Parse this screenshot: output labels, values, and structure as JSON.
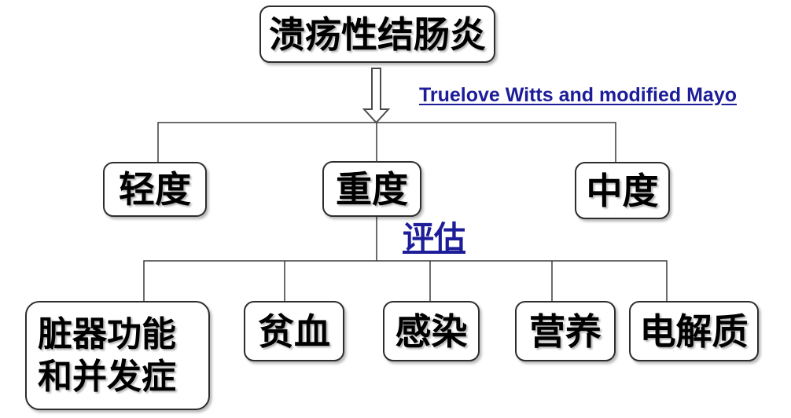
{
  "diagram": {
    "root_label": "溃疡性结肠炎",
    "criteria_note": "Truelove Witts and modified Mayo",
    "assessment_label": "评估",
    "severity_levels": [
      {
        "label": "轻度"
      },
      {
        "label": "重度"
      },
      {
        "label": "中度"
      }
    ],
    "assessment_items": [
      {
        "label": "脏器功能和并发症",
        "lines": [
          "脏器功能",
          "和并发症"
        ]
      },
      {
        "label": "贫血",
        "lines": [
          "贫血"
        ]
      },
      {
        "label": "感染",
        "lines": [
          "感染"
        ]
      },
      {
        "label": "营养",
        "lines": [
          "营养"
        ]
      },
      {
        "label": "电解质",
        "lines": [
          "电解质"
        ]
      }
    ]
  },
  "colors": {
    "accent_blue": "#1d1d99",
    "box_border": "#2d2d2d",
    "connector": "#3c3c3c",
    "box_fill": "#ffffff",
    "text_black": "#000000",
    "background": "#ffffff"
  }
}
